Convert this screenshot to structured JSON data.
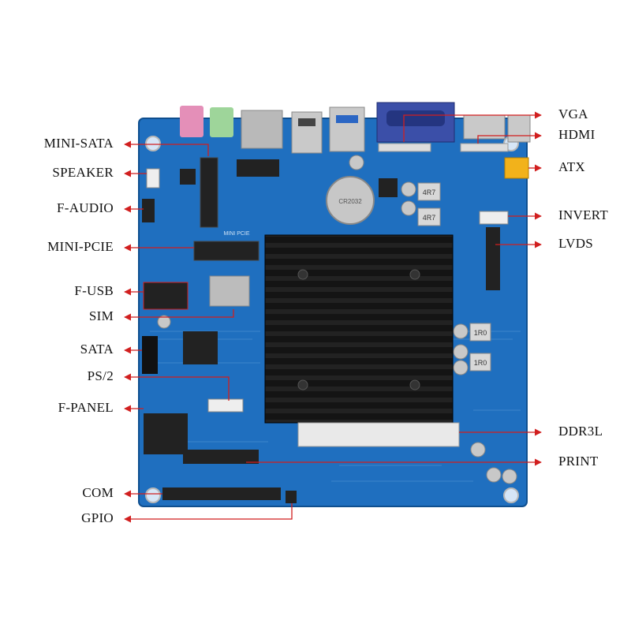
{
  "colors": {
    "board": "#1f6fbf",
    "board_dark": "#155a9e",
    "heatsink": "#111111",
    "arrow": "#d11f1f",
    "pointer_line": "#d11f1f",
    "label_text": "#111111"
  },
  "labels_left": [
    {
      "id": "mini-sata",
      "text": "MINI-SATA"
    },
    {
      "id": "speaker",
      "text": "SPEAKER"
    },
    {
      "id": "f-audio",
      "text": "F-AUDIO"
    },
    {
      "id": "mini-pcie",
      "text": "MINI-PCIE"
    },
    {
      "id": "f-usb",
      "text": "F-USB"
    },
    {
      "id": "sim",
      "text": "SIM"
    },
    {
      "id": "sata",
      "text": "SATA"
    },
    {
      "id": "ps2",
      "text": "PS/2"
    },
    {
      "id": "f-panel",
      "text": "F-PANEL"
    },
    {
      "id": "com",
      "text": "COM"
    },
    {
      "id": "gpio",
      "text": "GPIO"
    }
  ],
  "labels_right": [
    {
      "id": "vga",
      "text": "VGA"
    },
    {
      "id": "hdmi",
      "text": "HDMI"
    },
    {
      "id": "atx",
      "text": "ATX"
    },
    {
      "id": "invert",
      "text": "INVERT"
    },
    {
      "id": "lvds",
      "text": "LVDS"
    },
    {
      "id": "ddr3l",
      "text": "DDR3L"
    },
    {
      "id": "print",
      "text": "PRINT"
    }
  ],
  "board_markings": {
    "inductor_1": "4R7",
    "inductor_2": "4R7",
    "inductor_3": "1R0",
    "inductor_4": "1R0",
    "slot_mark": "MINI PCIE",
    "battery_mark": "CR2032"
  }
}
